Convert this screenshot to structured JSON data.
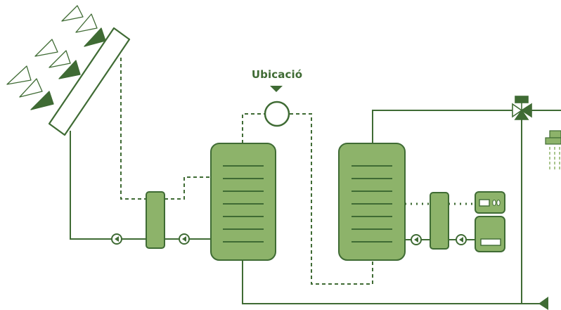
{
  "diagram": {
    "location_label": "Ubicació",
    "colors": {
      "line": "#3f6b34",
      "fill": "#8db36a",
      "dark": "#3f6b34",
      "background": "#ffffff"
    },
    "icons": [
      "sun-ray-icon",
      "solar-collector",
      "storage-tank",
      "heat-exchanger",
      "circulation-pump-icon",
      "location-sensor-icon",
      "mixing-valve-icon",
      "shower-head-icon",
      "boiler-unit"
    ]
  }
}
